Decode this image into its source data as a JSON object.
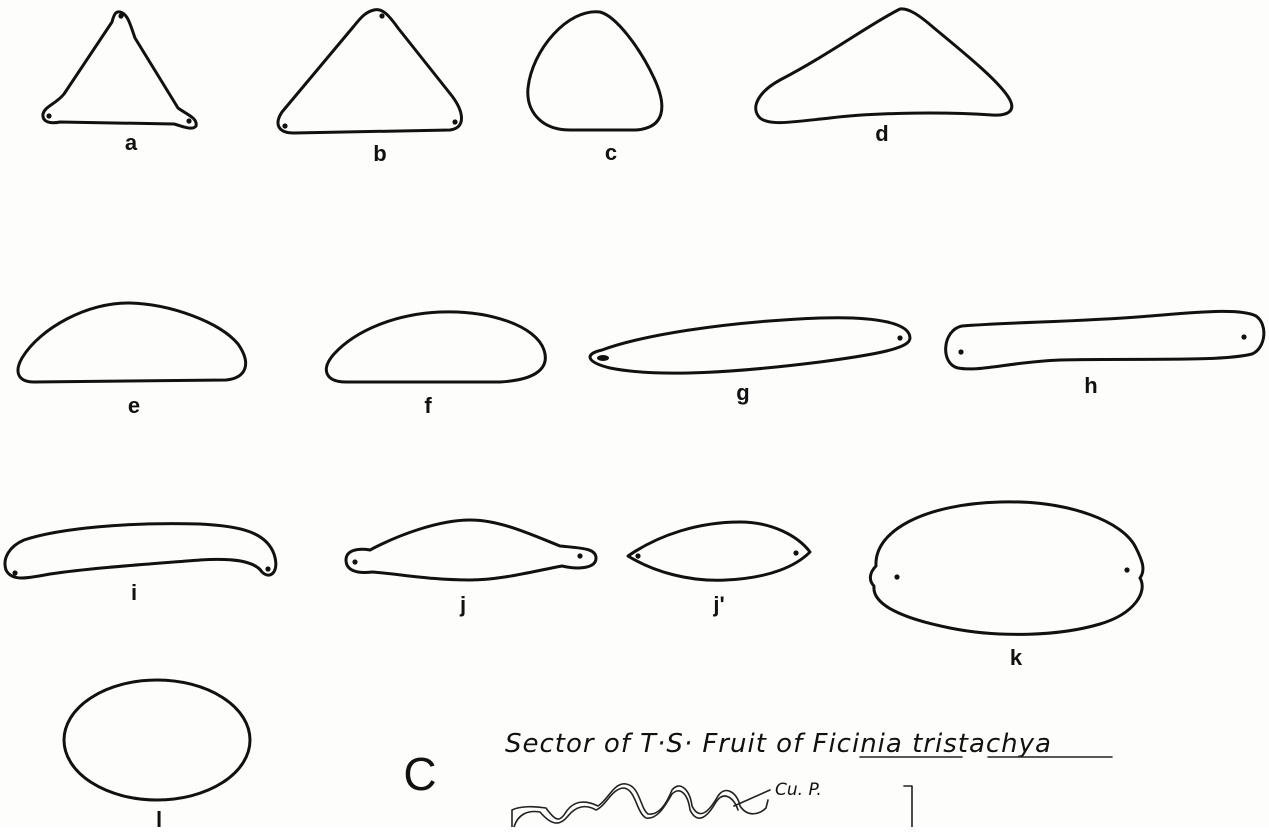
{
  "shapes": [
    {
      "id": "a",
      "label": "a"
    },
    {
      "id": "b",
      "label": "b"
    },
    {
      "id": "c",
      "label": "c"
    },
    {
      "id": "d",
      "label": "d"
    },
    {
      "id": "e",
      "label": "e"
    },
    {
      "id": "f",
      "label": "f"
    },
    {
      "id": "g",
      "label": "g"
    },
    {
      "id": "h",
      "label": "h"
    },
    {
      "id": "i",
      "label": "i"
    },
    {
      "id": "j",
      "label": "j"
    },
    {
      "id": "j2",
      "label": "j'"
    },
    {
      "id": "k",
      "label": "k"
    },
    {
      "id": "l",
      "label": "l"
    }
  ],
  "panel_letter": "C",
  "caption": {
    "prefix": "Sector of T·S· Fruit of ",
    "genus": "Ficinia",
    "species": "tristachya"
  },
  "annotation": "Cu. P."
}
